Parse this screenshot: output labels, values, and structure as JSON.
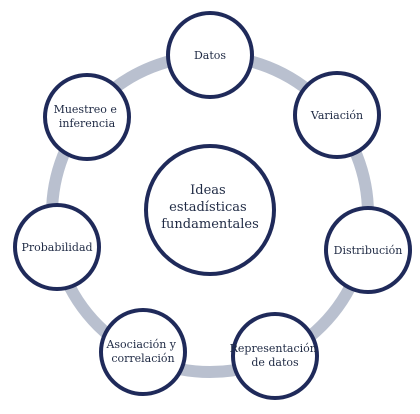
{
  "center": {
    "lines": [
      "Ideas",
      "estadísticas",
      "fundamentales"
    ]
  },
  "nodes": [
    {
      "id": "datos",
      "lines": [
        "Datos"
      ]
    },
    {
      "id": "variacion",
      "lines": [
        "Variación"
      ]
    },
    {
      "id": "distribucion",
      "lines": [
        "Distribución"
      ]
    },
    {
      "id": "representacion",
      "lines": [
        "Representación",
        "de datos"
      ]
    },
    {
      "id": "asociacion",
      "lines": [
        "Asociación y",
        "correlación"
      ]
    },
    {
      "id": "probabilidad",
      "lines": [
        "Probabilidad"
      ]
    },
    {
      "id": "muestreo",
      "lines": [
        "Muestreo e",
        "inferencia"
      ]
    }
  ],
  "colors": {
    "node_stroke": "#1f2a5a",
    "ring": "#b9c0cf",
    "text": "#1f2a44",
    "background": "#ffffff"
  }
}
